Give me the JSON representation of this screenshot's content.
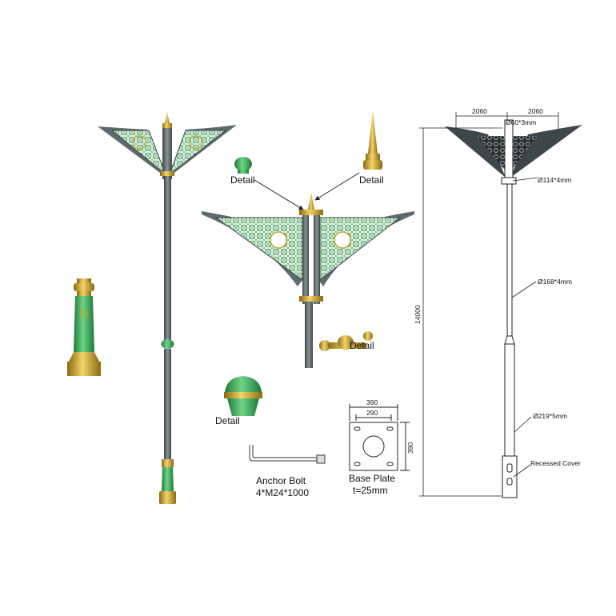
{
  "labels": {
    "detail_finial_green": "Detail",
    "detail_spike_gold": "Detail",
    "detail_bracket": "Detail",
    "detail_base_cap": "Detail",
    "anchor_bolt_title": "Anchor Bolt",
    "anchor_bolt_spec": "4*M24*1000",
    "base_plate_title": "Base Plate",
    "base_plate_spec": "t=25mm"
  },
  "base_plate": {
    "outer_width": "390",
    "inner_width": "290",
    "height": "390"
  },
  "elevation": {
    "span_left": "2060",
    "span_right": "2060",
    "top_dia": "Ø60*3mm",
    "arm_dia": "Ø114*4mm",
    "mid_dia": "Ø168*4mm",
    "low_dia": "Ø219*5mm",
    "recessed_cover": "Recessed Cover",
    "total_height": "14000"
  },
  "colors": {
    "green": "#3fae59",
    "gold": "#c9a227",
    "grey": "#5e6a6e",
    "line": "#222222"
  }
}
